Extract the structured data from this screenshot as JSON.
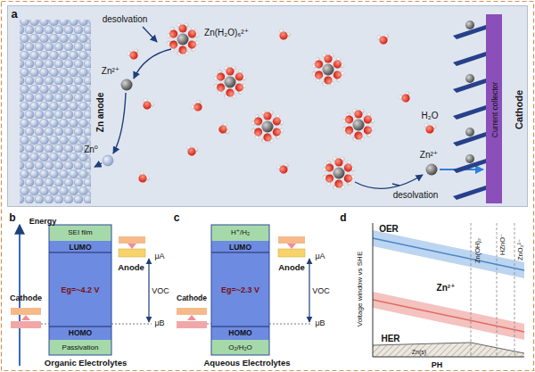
{
  "diagram": {
    "nodes": [
      {
        "text": [
          "a"
        ]
      },
      {
        "text": [
          "Zn anode"
        ],
        "in": 0
      },
      {
        "text": [
          "Current collector",
          "Cathode"
        ],
        "in": 0
      },
      {
        "text": [
          "SEI film",
          "LUMO",
          "Eg=~4.2 V",
          "HOMO",
          "Passivation"
        ]
      },
      {
        "text": [
          "H⁺/H₂",
          "LUMO",
          "Eg=~2.3 V",
          "HOMO",
          "O₂/H₂O"
        ]
      }
    ],
    "labels": [
      "desolvation",
      "Zn(H₂O)₆²⁺",
      "Zn²⁺",
      "Zn⁰",
      "H₂O",
      "Zn²⁺",
      "desolvation",
      "b",
      "Energy",
      "Anode",
      "μA",
      "VOC",
      "μB",
      "Cathode",
      "Organic Electrolytes",
      "c",
      "Anode",
      "μA",
      "Cathode",
      "VOC",
      "μB",
      "Aqueous Electrolytes",
      "d",
      "Voltage window vs SHE",
      "PH",
      "OER",
      "Zn²⁺",
      "HER",
      "Zn(s)",
      "Zn(OH)₂",
      "HZnO⁻",
      "ZnO₂²⁻"
    ]
  }
}
